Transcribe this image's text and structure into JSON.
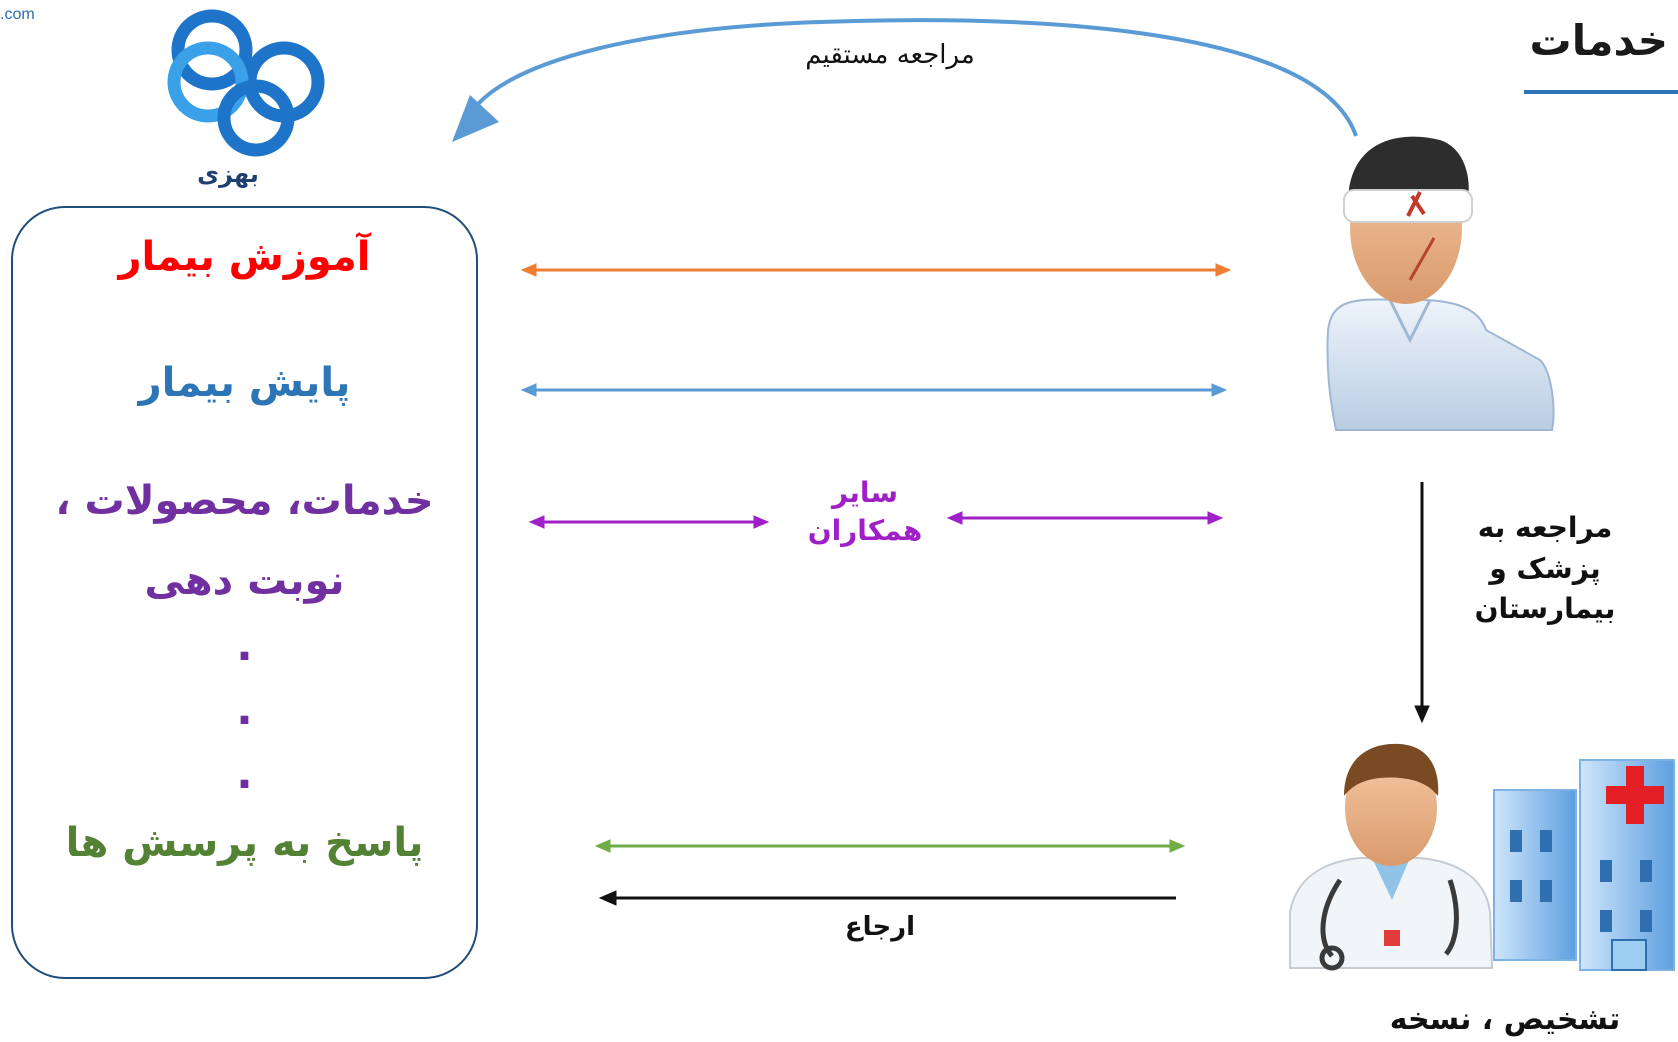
{
  "header": {
    "url_fragment": ".com",
    "title": "خدمات"
  },
  "logo": {
    "label": "بهزی"
  },
  "direct_visit": {
    "label": "مراجعه مستقیم"
  },
  "services": {
    "patient_education": "آموزش بیمار",
    "patient_monitoring": "پایش بیمار",
    "services_products": "خدمات، محصولات ،",
    "appointment": "نوبت دهی",
    "dots": [
      ".",
      ".",
      "."
    ],
    "answers": "پاسخ به پرسش ها"
  },
  "flows": {
    "colleagues": [
      "سایر",
      "همکاران"
    ],
    "referral": "ارجاع",
    "visit_doctor": [
      "مراجعه به",
      "پزشک و",
      "بیمارستان"
    ],
    "diagnosis": "تشخیص ، نسخه"
  },
  "colors": {
    "education": "#ff0000",
    "monitoring": "#2e75b6",
    "products": "#7030a0",
    "answers": "#548235",
    "arrow_orange": "#ed7d31",
    "arrow_blue": "#5b9bd5",
    "arrow_purple": "#a020c8",
    "arrow_green": "#70ad47",
    "box_border": "#1f4e79"
  }
}
